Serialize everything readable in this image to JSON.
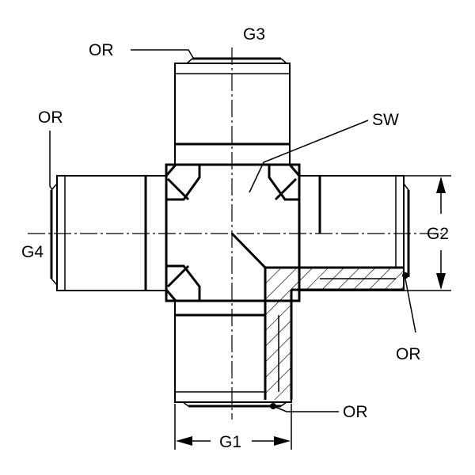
{
  "labels": {
    "or_top": "OR",
    "g3": "G3",
    "or_left": "OR",
    "sw": "SW",
    "g4": "G4",
    "g2": "G2",
    "or_right": "OR",
    "or_bottom": "OR",
    "g1": "G1"
  }
}
